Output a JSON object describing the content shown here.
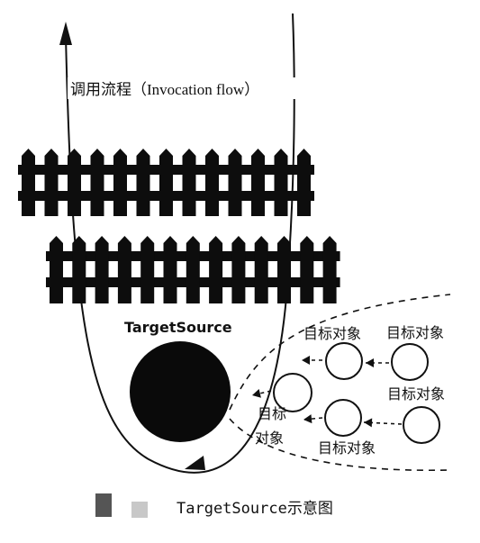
{
  "diagram": {
    "flow_label": "调用流程（Invocation flow）",
    "target_source_label": "TargetSource",
    "target_object_label": "目标对象",
    "inline_label_line1": "目标",
    "inline_label_line2": "对象",
    "caption": "TargetSource示意图"
  }
}
